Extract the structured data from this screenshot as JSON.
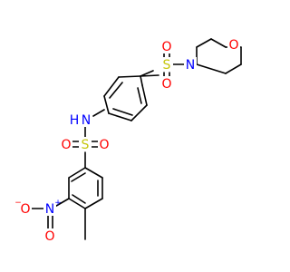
{
  "colors": {
    "bond": "#000000",
    "sulfur": "#c6c60c",
    "oxygen": "#ff0000",
    "nitrogen": "#0000ff",
    "background": "#ffffff"
  },
  "atoms": {
    "morpholine_oxygen": "O",
    "morpholine_nitrogen": "N",
    "sulfonyl_top_sulfur": "S",
    "sulfonyl_top_oxygen_upper": "O",
    "sulfonyl_top_oxygen_lower": "O",
    "amide_n": "N",
    "amide_h": "H",
    "sulfonamide_sulfur": "S",
    "sulfonamide_oxygen_left": "O",
    "sulfonamide_oxygen_right": "O",
    "nitro_nitrogen": "N",
    "nitro_plus": "+",
    "nitro_oxygen_left": "O",
    "nitro_minus": "−",
    "nitro_oxygen_bottom": "O"
  }
}
